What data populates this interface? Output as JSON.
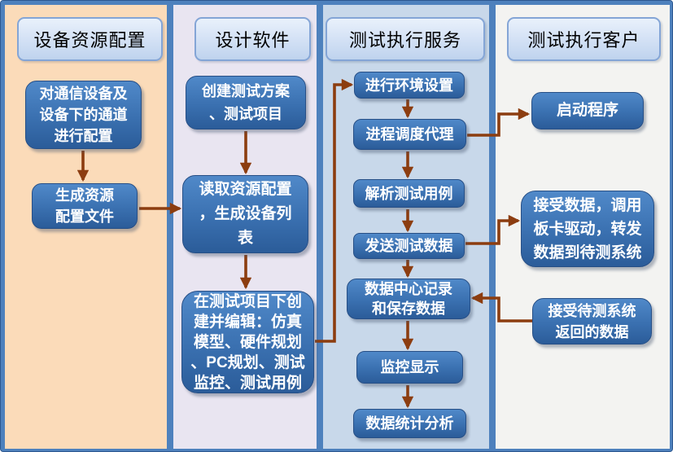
{
  "diagram": {
    "type": "swimlane-flowchart",
    "colors": {
      "frame_blue": "#4e81bd",
      "frame_edge": "#2d5890",
      "arrow": "#8c3d10",
      "node_gradient_top": "#5089c9",
      "node_gradient_mid": "#3a70b0",
      "node_gradient_bottom": "#2b5c99",
      "node_border": "#274f86",
      "node_text": "#ffffff",
      "header_gradient_top": "#e9f1fb",
      "header_gradient_bottom": "#bfd3ee",
      "header_border": "#84a5d6",
      "header_text": "#000000"
    },
    "lanes": [
      {
        "id": "device-config",
        "title": "设备资源配置",
        "bg": "#fbdbb9",
        "nodes": [
          {
            "id": "cfg-channels",
            "label": "对通信设备及设备下的通道进行配置",
            "lines": [
              "对通信设备及",
              "设备下的通道",
              "进行配置"
            ]
          },
          {
            "id": "gen-resource-file",
            "label": "生成资源配置文件",
            "lines": [
              "生成资源",
              "配置文件"
            ]
          }
        ]
      },
      {
        "id": "design-software",
        "title": "设计软件",
        "bg": "#e9e5f1",
        "nodes": [
          {
            "id": "create-plan",
            "label": "创建测试方案、测试项目",
            "lines": [
              "创建测试方案",
              "、测试项目"
            ]
          },
          {
            "id": "read-config",
            "label": "读取资源配置，生成设备列表",
            "lines": [
              "读取资源配置",
              "，生成设备列",
              "表"
            ]
          },
          {
            "id": "edit-project",
            "label": "在测试项目下创建并编辑：仿真模型、硬件规划、PC规划、测试监控、测试用例",
            "lines": [
              "在测试项目下创",
              "建并编辑：仿真",
              "模型、硬件规划",
              "、PC规划、测试",
              "监控、测试用例"
            ]
          }
        ]
      },
      {
        "id": "test-exec-service",
        "title": "测试执行服务",
        "bg": "#c8d8ea",
        "nodes": [
          {
            "id": "env-setup",
            "label": "进行环境设置",
            "lines": [
              "进行环境设置"
            ]
          },
          {
            "id": "process-agent",
            "label": "进程调度代理",
            "lines": [
              "进程调度代理"
            ]
          },
          {
            "id": "parse-case",
            "label": "解析测试用例",
            "lines": [
              "解析测试用例"
            ]
          },
          {
            "id": "send-data",
            "label": "发送测试数据",
            "lines": [
              "发送测试数据"
            ]
          },
          {
            "id": "data-center",
            "label": "数据中心记录和保存数据",
            "lines": [
              "数据中心记录",
              "和保存数据"
            ]
          },
          {
            "id": "monitor-display",
            "label": "监控显示",
            "lines": [
              "监控显示"
            ]
          },
          {
            "id": "stats-analysis",
            "label": "数据统计分析",
            "lines": [
              "数据统计分析"
            ]
          }
        ]
      },
      {
        "id": "test-exec-client",
        "title": "测试执行客户",
        "bg": "#f3f3f1",
        "nodes": [
          {
            "id": "launch-program",
            "label": "启动程序",
            "lines": [
              "启动程序"
            ]
          },
          {
            "id": "receive-data",
            "label": "接受数据，调用板卡驱动，转发数据到待测系统",
            "lines": [
              "接受数据，调用",
              "板卡驱动，转发",
              "数据到待测系统"
            ]
          },
          {
            "id": "receive-return",
            "label": "接受待测系统返回的数据",
            "lines": [
              "接受待测系统",
              "返回的数据"
            ]
          }
        ]
      }
    ],
    "connectors": [
      {
        "from": "cfg-channels",
        "to": "gen-resource-file"
      },
      {
        "from": "gen-resource-file",
        "to": "read-config"
      },
      {
        "from": "create-plan",
        "to": "read-config"
      },
      {
        "from": "read-config",
        "to": "edit-project"
      },
      {
        "from": "edit-project",
        "to": "env-setup"
      },
      {
        "from": "env-setup",
        "to": "process-agent"
      },
      {
        "from": "process-agent",
        "to": "parse-case"
      },
      {
        "from": "parse-case",
        "to": "send-data"
      },
      {
        "from": "send-data",
        "to": "data-center"
      },
      {
        "from": "data-center",
        "to": "monitor-display"
      },
      {
        "from": "monitor-display",
        "to": "stats-analysis"
      },
      {
        "from": "process-agent",
        "to": "launch-program"
      },
      {
        "from": "send-data",
        "to": "receive-data"
      },
      {
        "from": "receive-return",
        "to": "data-center"
      }
    ]
  }
}
